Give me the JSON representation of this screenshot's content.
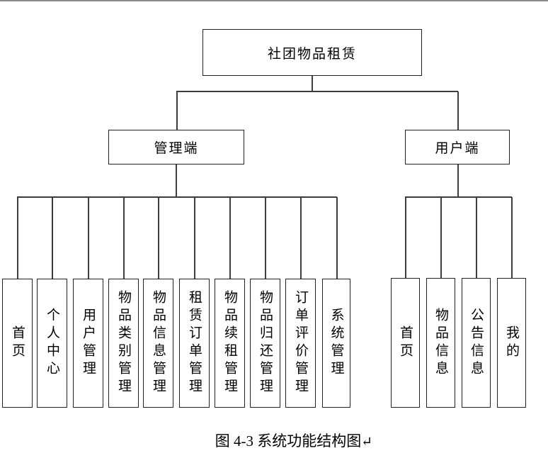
{
  "diagram": {
    "root": {
      "label": "社团物品租赁"
    },
    "branches": [
      {
        "label": "管理端",
        "children": [
          "首页",
          "个人中心",
          "用户管理",
          "物品类别管理",
          "物品信息管理",
          "租赁订单管理",
          "物品续租管理",
          "物品归还管理",
          "订单评价管理",
          "系统管理"
        ]
      },
      {
        "label": "用户端",
        "children": [
          "首页",
          "物品信息",
          "公告信息",
          "我的"
        ]
      }
    ],
    "caption": {
      "text": "图 4-3 系统功能结构图",
      "mark": "↵"
    }
  },
  "colors": {
    "background": "#ffffff",
    "box_border": "#222222",
    "connector_line": "#3c3c3c",
    "top_rule": "#8a8a8a",
    "text": "#000000"
  }
}
